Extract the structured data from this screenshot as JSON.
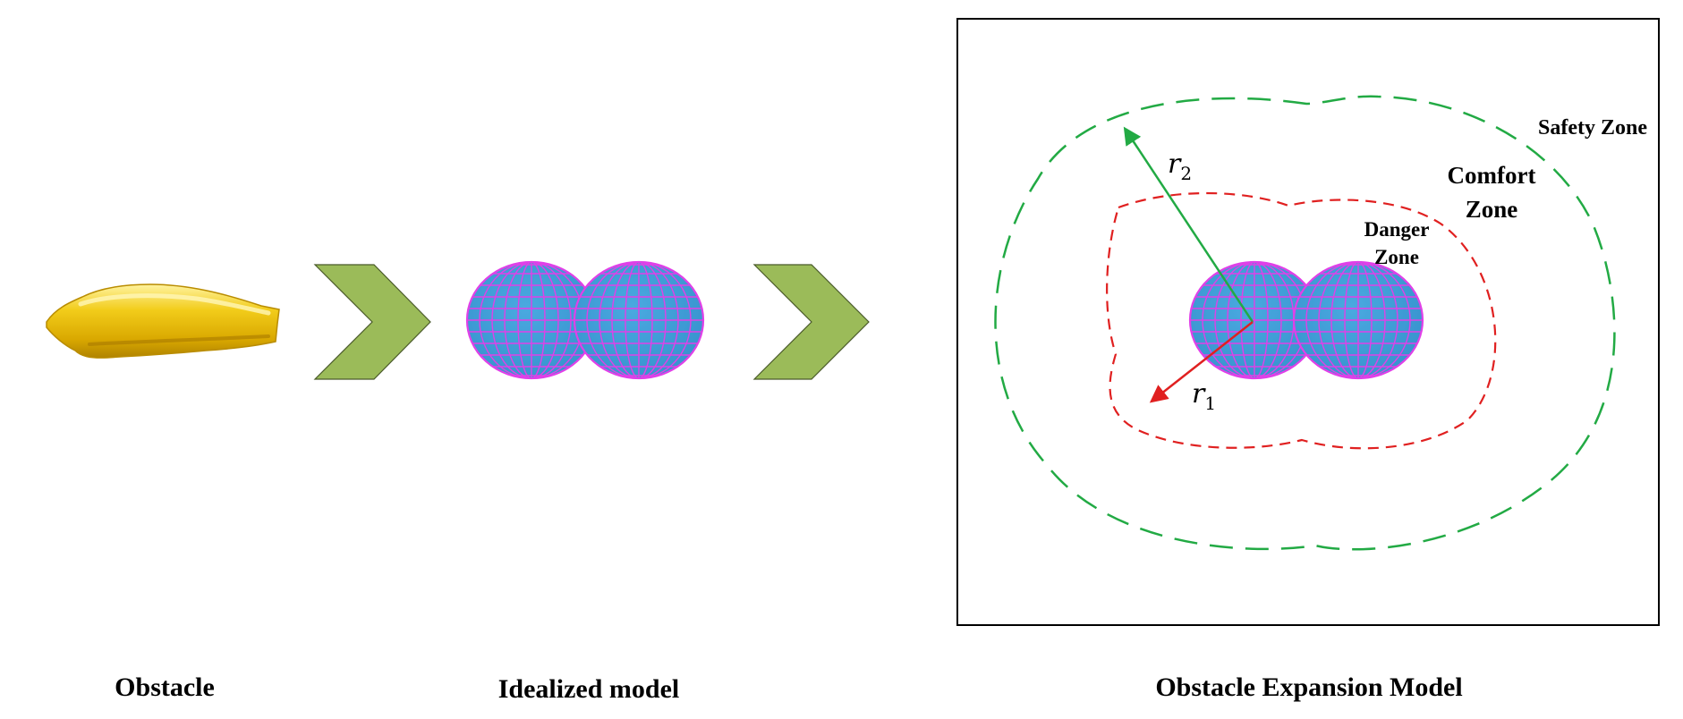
{
  "captions": {
    "obstacle": "Obstacle",
    "idealized": "Idealized model",
    "expansion": "Obstacle Expansion Model"
  },
  "zones": {
    "safety": "Safety Zone",
    "comfort_line1": "Comfort",
    "comfort_line2": "Zone",
    "danger_line1": "Danger",
    "danger_line2": "Zone"
  },
  "radii": {
    "r2_base": "r",
    "r2_sub": "2",
    "r1_base": "r",
    "r1_sub": "1"
  },
  "colors": {
    "obstacle_gold": "#e8b800",
    "chevron_fill": "#9bbb59",
    "sphere_fill": "#3d9cd8",
    "sphere_grid": "#e040e8",
    "safety_dash": "#22aa44",
    "danger_dash": "#e02020",
    "r2_arrow": "#22aa44",
    "r1_arrow": "#e02020"
  },
  "icons": [
    "obstacle-shape-icon",
    "chevron-right-icon",
    "grid-sphere-icon"
  ]
}
